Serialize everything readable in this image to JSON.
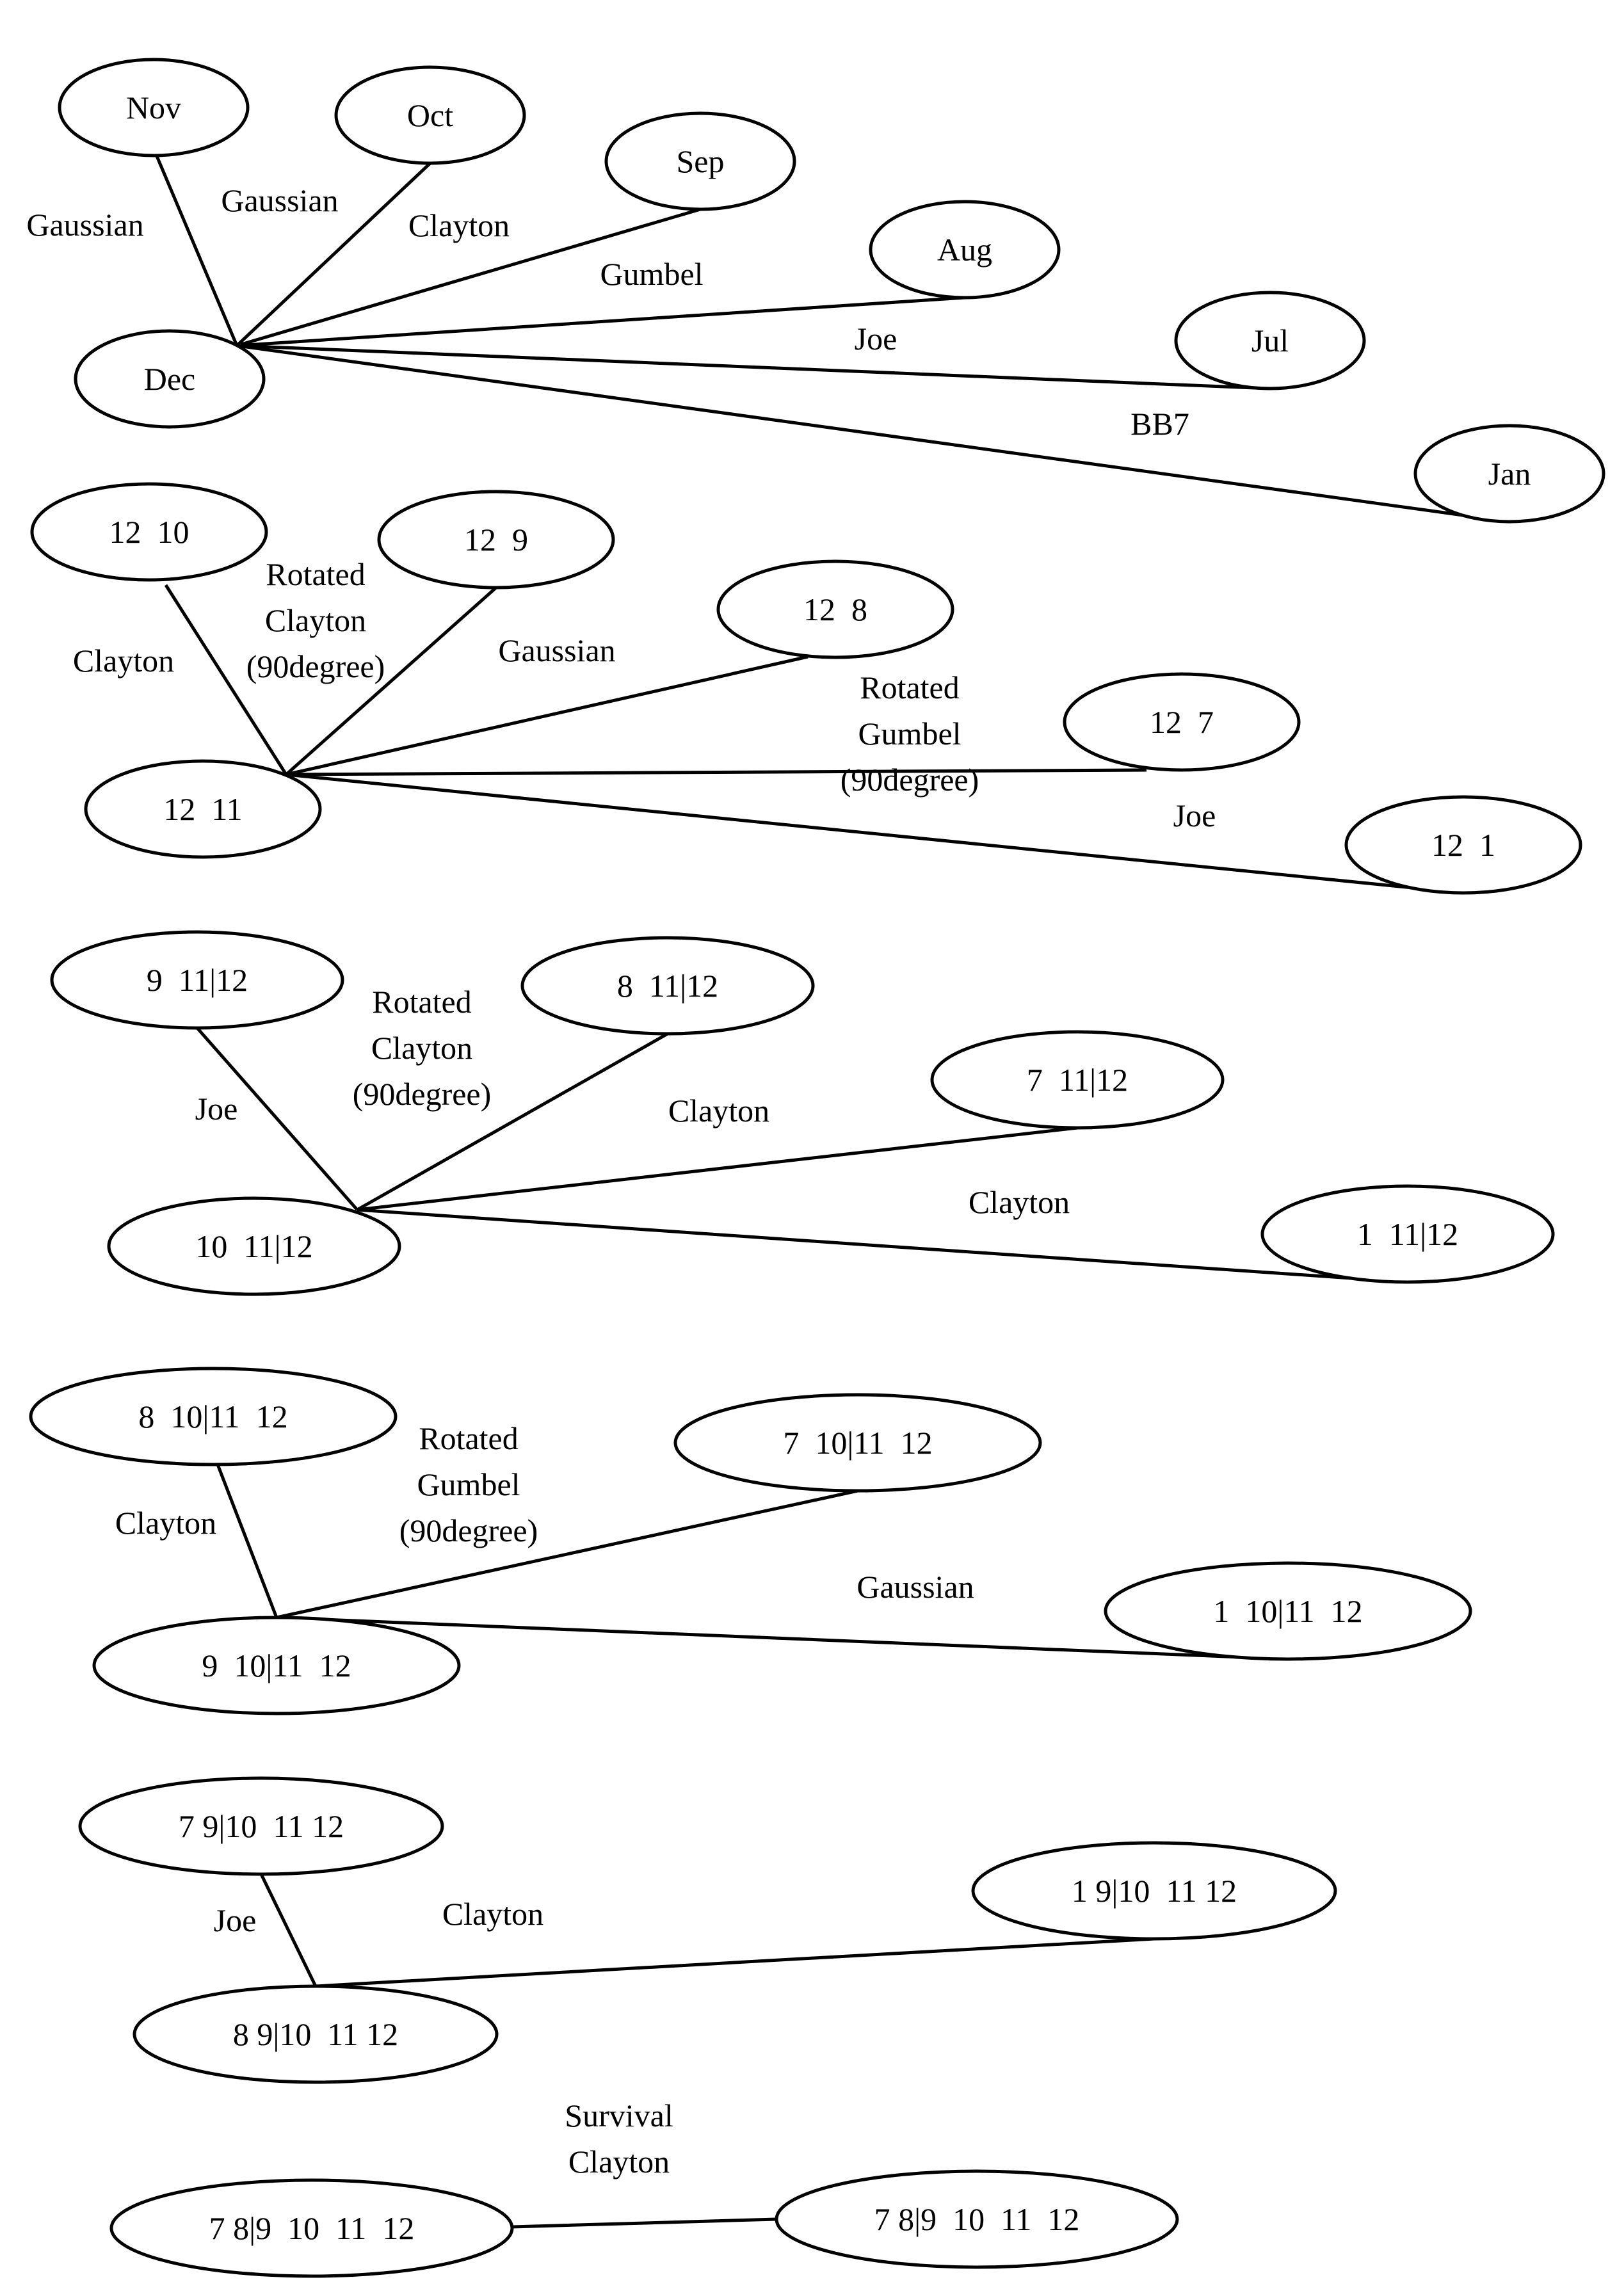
{
  "trees": [
    {
      "id": "tree1",
      "nodes": [
        {
          "id": "nov",
          "label": "Nov"
        },
        {
          "id": "oct",
          "label": "Oct"
        },
        {
          "id": "sep",
          "label": "Sep"
        },
        {
          "id": "aug",
          "label": "Aug"
        },
        {
          "id": "jul",
          "label": "Jul"
        },
        {
          "id": "dec",
          "label": "Dec"
        },
        {
          "id": "jan",
          "label": "Jan"
        }
      ],
      "edges": [
        {
          "from": "dec",
          "to": "nov",
          "label": [
            "Gaussian"
          ]
        },
        {
          "from": "dec",
          "to": "oct",
          "label": [
            "Gaussian"
          ]
        },
        {
          "from": "dec",
          "to": "sep",
          "label": [
            "Clayton"
          ]
        },
        {
          "from": "dec",
          "to": "aug",
          "label": [
            "Gumbel"
          ]
        },
        {
          "from": "dec",
          "to": "jul",
          "label": [
            "Joe"
          ]
        },
        {
          "from": "dec",
          "to": "jan",
          "label": [
            "BB7"
          ]
        }
      ]
    },
    {
      "id": "tree2",
      "nodes": [
        {
          "id": "n12_10",
          "label": "12  10"
        },
        {
          "id": "n12_9",
          "label": "12  9"
        },
        {
          "id": "n12_8",
          "label": "12  8"
        },
        {
          "id": "n12_7",
          "label": "12  7"
        },
        {
          "id": "n12_11",
          "label": "12  11"
        },
        {
          "id": "n12_1",
          "label": "12  1"
        }
      ],
      "edges": [
        {
          "from": "n12_11",
          "to": "n12_10",
          "label": [
            "Clayton"
          ]
        },
        {
          "from": "n12_11",
          "to": "n12_9",
          "label": [
            "Rotated",
            "Clayton",
            "(90degree)"
          ]
        },
        {
          "from": "n12_11",
          "to": "n12_8",
          "label": [
            "Gaussian"
          ]
        },
        {
          "from": "n12_11",
          "to": "n12_7",
          "label": [
            "Rotated",
            "Gumbel",
            "(90degree)"
          ]
        },
        {
          "from": "n12_11",
          "to": "n12_1",
          "label": [
            "Joe"
          ]
        }
      ]
    },
    {
      "id": "tree3",
      "nodes": [
        {
          "id": "n9_11_12",
          "label": "9  11|12"
        },
        {
          "id": "n8_11_12",
          "label": "8  11|12"
        },
        {
          "id": "n7_11_12",
          "label": "7  11|12"
        },
        {
          "id": "n10_11_12",
          "label": "10  11|12"
        },
        {
          "id": "n1_11_12",
          "label": "1  11|12"
        }
      ],
      "edges": [
        {
          "from": "n10_11_12",
          "to": "n9_11_12",
          "label": [
            "Joe"
          ]
        },
        {
          "from": "n10_11_12",
          "to": "n8_11_12",
          "label": [
            "Rotated",
            "Clayton",
            "(90degree)"
          ]
        },
        {
          "from": "n10_11_12",
          "to": "n7_11_12",
          "label": [
            "Clayton"
          ]
        },
        {
          "from": "n10_11_12",
          "to": "n1_11_12",
          "label": [
            "Clayton"
          ]
        }
      ]
    },
    {
      "id": "tree4",
      "nodes": [
        {
          "id": "n8_10",
          "label": "8  10|11  12"
        },
        {
          "id": "n7_10",
          "label": "7  10|11  12"
        },
        {
          "id": "n1_10",
          "label": "1  10|11  12"
        },
        {
          "id": "n9_10",
          "label": "9  10|11  12"
        }
      ],
      "edges": [
        {
          "from": "n9_10",
          "to": "n8_10",
          "label": [
            "Clayton"
          ]
        },
        {
          "from": "n9_10",
          "to": "n7_10",
          "label": [
            "Rotated",
            "Gumbel",
            "(90degree)"
          ]
        },
        {
          "from": "n9_10",
          "to": "n1_10",
          "label": [
            "Gaussian"
          ]
        }
      ]
    },
    {
      "id": "tree5",
      "nodes": [
        {
          "id": "n7_9",
          "label": "7 9|10  11 12"
        },
        {
          "id": "n1_9",
          "label": "1 9|10  11 12"
        },
        {
          "id": "n8_9",
          "label": "8 9|10  11 12"
        }
      ],
      "edges": [
        {
          "from": "n8_9",
          "to": "n7_9",
          "label": [
            "Joe"
          ]
        },
        {
          "from": "n8_9",
          "to": "n1_9",
          "label": [
            "Clayton"
          ]
        }
      ]
    },
    {
      "id": "tree6",
      "nodes": [
        {
          "id": "n78_a",
          "label": "7 8|9  10  11  12"
        },
        {
          "id": "n78_b",
          "label": "7 8|9  10  11  12"
        }
      ],
      "edges": [
        {
          "from": "n78_a",
          "to": "n78_b",
          "label": [
            "Survival",
            "Clayton"
          ]
        }
      ]
    }
  ]
}
